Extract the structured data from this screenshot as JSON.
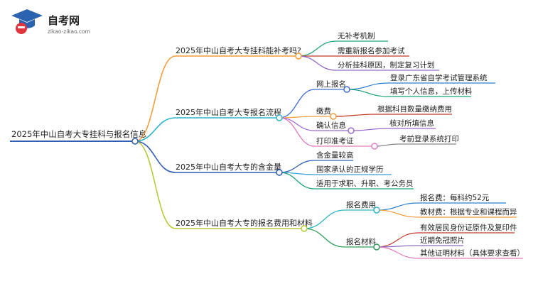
{
  "logo": {
    "title": "自考网",
    "url": "zikao-zikao.com"
  },
  "mindmap": {
    "root": "2025年中山自考大专挂科与报名信息",
    "branches": [
      {
        "label": "2025年中山自考大专挂科能补考吗?",
        "color": "#f39c3a",
        "children": [
          {
            "label": "无补考机制",
            "color": "#1fa37a"
          },
          {
            "label": "需重新报名参加考试",
            "color": "#c0392b"
          },
          {
            "label": "分析挂科原因，制定复习计划",
            "color": "#8e6bbf"
          }
        ]
      },
      {
        "label": "2025年中山自考大专报名流程",
        "color": "#2bb5c8",
        "children": [
          {
            "label": "网上报名",
            "color": "#3f6fd6",
            "children": [
              {
                "label": "登录广东省自学考试管理系统",
                "color": "#2b7fd1"
              },
              {
                "label": "填写个人信息，上传材料",
                "color": "#1fa37a"
              }
            ]
          },
          {
            "label": "缴费",
            "color": "#f39c3a",
            "children": [
              {
                "label": "根据科目数量缴纳费用",
                "color": "#c0392b"
              }
            ]
          },
          {
            "label": "确认信息",
            "color": "#9b6ad0",
            "children": [
              {
                "label": "核对所填信息",
                "color": "#9b6ad0"
              }
            ]
          },
          {
            "label": "打印准考证",
            "color": "#e07cc4",
            "children": [
              {
                "label": "考前登录系统打印",
                "color": "#888888"
              }
            ]
          }
        ]
      },
      {
        "label": "2025年中山自考大专的含金量",
        "color": "#2f5fb5",
        "children": [
          {
            "label": "含金量较高",
            "color": "#2f5fb5"
          },
          {
            "label": "国家承认的正规学历",
            "color": "#3aa0d8"
          },
          {
            "label": "适用于求职、升职、考公务员",
            "color": "#1fa37a"
          }
        ]
      },
      {
        "label": "2025年中山自考大专的报名费用和材料",
        "color": "#b8c93a",
        "children": [
          {
            "label": "报名费用",
            "color": "#2bb5c8",
            "children": [
              {
                "label": "报名费：每科约52元",
                "color": "#2b7fd1"
              },
              {
                "label": "教材费：根据专业和课程而异",
                "color": "#f39c3a"
              }
            ]
          },
          {
            "label": "报名材料",
            "color": "#2e9c5a",
            "children": [
              {
                "label": "有效居民身份证原件及复印件",
                "color": "#c0392b"
              },
              {
                "label": "近期免冠照片",
                "color": "#8e6bbf"
              },
              {
                "label": "其他证明材料（具体要求查看）",
                "color": "#e07cc4"
              }
            ]
          }
        ]
      }
    ]
  }
}
